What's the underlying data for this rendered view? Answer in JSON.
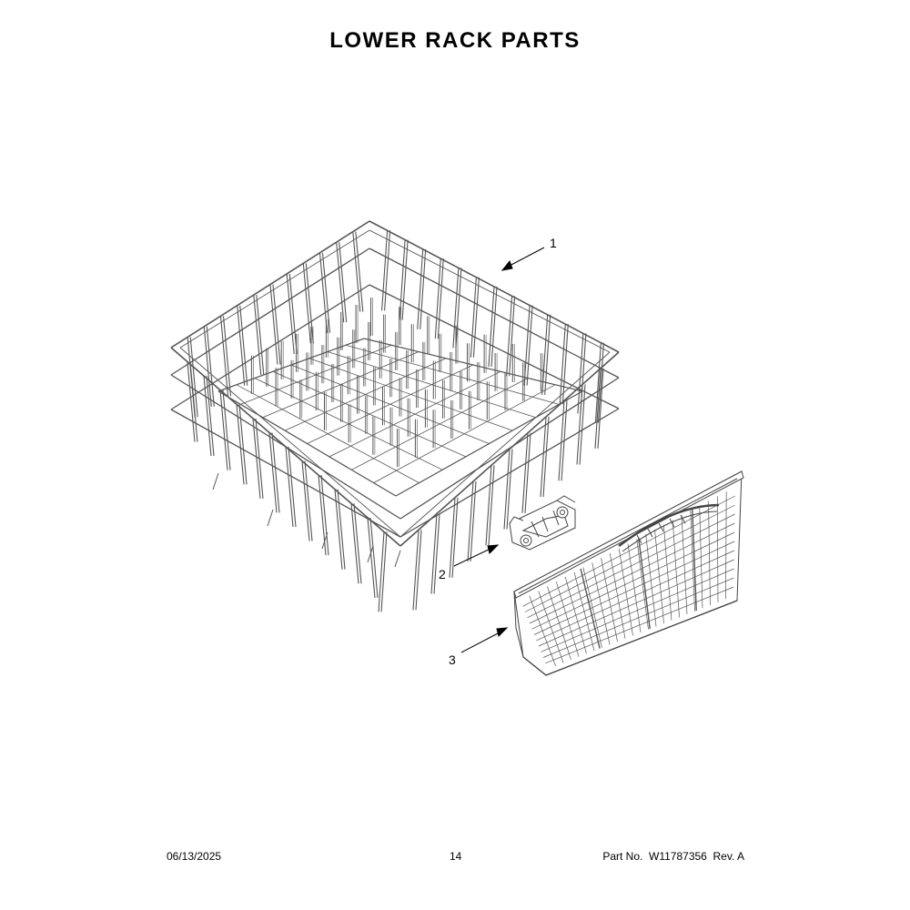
{
  "title": "LOWER RACK PARTS",
  "callouts": [
    {
      "number": "1"
    },
    {
      "number": "2"
    },
    {
      "number": "3"
    }
  ],
  "footer": {
    "date": "06/13/2025",
    "page": "14",
    "part_label": "Part No.",
    "part_number": "W11787356",
    "rev_label": "Rev.",
    "rev": "A"
  }
}
